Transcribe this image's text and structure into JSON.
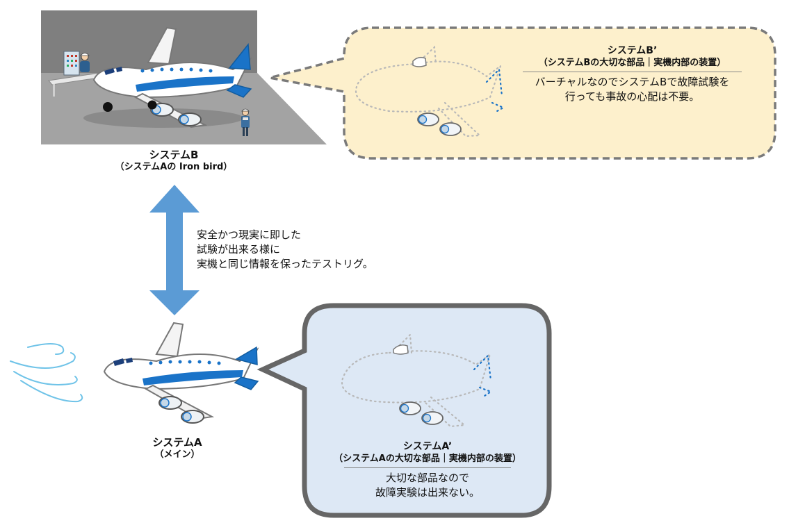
{
  "system_b": {
    "name": "システムB",
    "desc": "（システムAの Iron bird）"
  },
  "system_b_prime": {
    "title": "システムB’",
    "subtitle": "（システムBの大切な部品｜実機内部の装置）",
    "body": [
      "バーチャルなのでシステムBで故障試験を",
      "行っても事故の心配は不要。"
    ]
  },
  "connector_note": [
    "安全かつ現実に即した",
    "試験が出来る様に",
    "実機と同じ情報を保ったテストリグ。"
  ],
  "system_a": {
    "name": "システムA",
    "desc": "（メイン）"
  },
  "system_a_prime": {
    "title": "システムA’",
    "subtitle": "（システムAの大切な部品｜実機内部の装置）",
    "body": [
      "大切な部品なので",
      "故障実験は出来ない。"
    ]
  },
  "colors": {
    "bubble_b_fill": "#fdf0cc",
    "bubble_b_border": "#7a7a7a",
    "bubble_a_fill": "#dde8f5",
    "bubble_a_border": "#666666",
    "arrow": "#5b9bd5",
    "plane_accent": "#1a73c8",
    "hangar_floor": "#9c9c9c",
    "hangar_wall": "#808080"
  }
}
